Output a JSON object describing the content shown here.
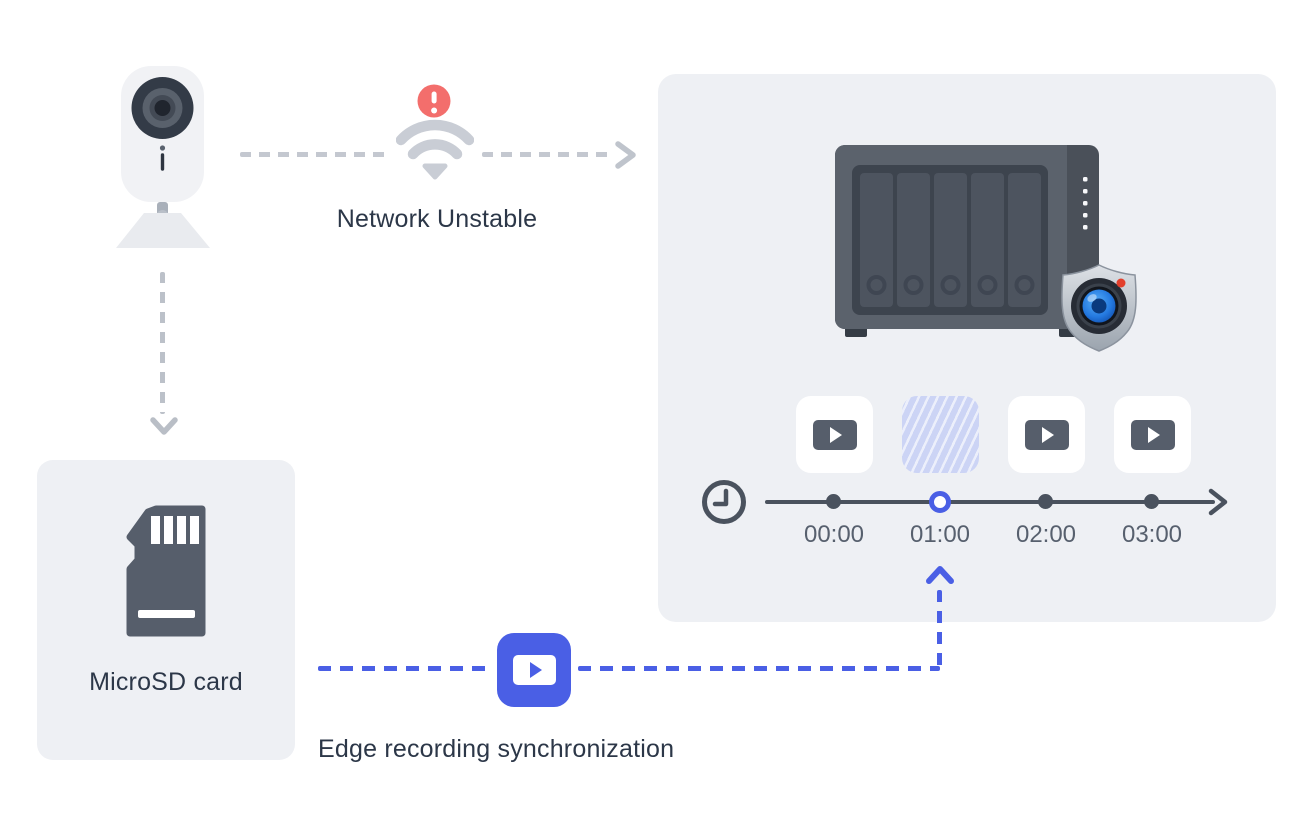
{
  "diagram_title": "Edge recording synchronization concept diagram",
  "network": {
    "label": "Network Unstable",
    "status": "alert"
  },
  "storage": {
    "label": "MicroSD card"
  },
  "sync": {
    "label": "Edge recording synchronization"
  },
  "nas": {
    "drive_bays": 5,
    "app_icon": "surveillance-station"
  },
  "timeline": {
    "ticks": [
      "00:00",
      "01:00",
      "02:00",
      "03:00"
    ],
    "clips": [
      {
        "time": "00:00",
        "state": "recorded"
      },
      {
        "time": "01:00",
        "state": "missing"
      },
      {
        "time": "02:00",
        "state": "recorded"
      },
      {
        "time": "03:00",
        "state": "recorded"
      }
    ],
    "missing_slot": "01:00"
  },
  "icons": {
    "camera": "ip-camera",
    "wifi": "wifi-signal",
    "alert": "exclamation-badge",
    "clock": "clock",
    "microsd": "microsd-card",
    "play": "video-play",
    "shield_camera": "surveillance-station"
  },
  "colors": {
    "accent_blue": "#4a5fe5",
    "alert_red": "#f36e6c",
    "panel_gray": "#eef0f4",
    "icon_dark": "#565e6b",
    "text_dark": "#2c3748",
    "text_gray": "#57606e",
    "dash_gray": "#c4c8d0",
    "timeline_dark": "#4a525e",
    "hatch_blue": "#ccd4f5"
  }
}
